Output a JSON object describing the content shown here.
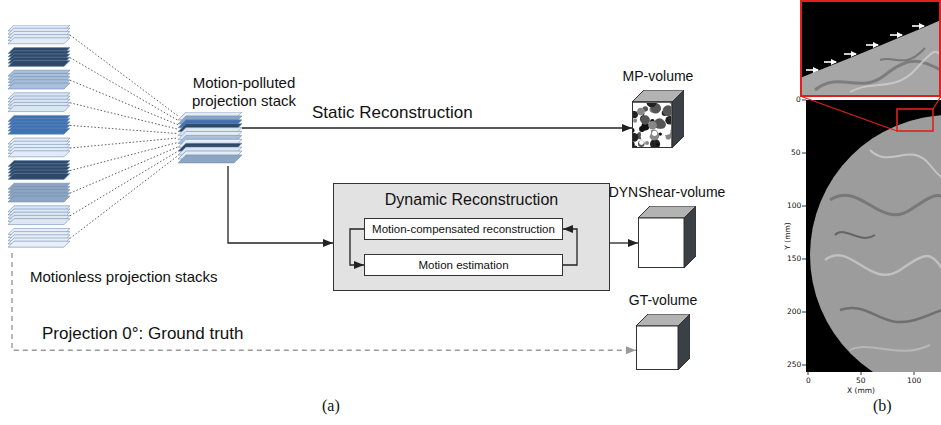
{
  "diagram": {
    "nodes": [
      {
        "text": [
          "Motionless projection stacks"
        ]
      },
      {
        "text": [
          "Motion-polluted projection stack"
        ]
      },
      {
        "text": [
          "MP-volume"
        ]
      },
      {
        "text": [
          "Dynamic Reconstruction"
        ]
      },
      {
        "text": [
          "Motion-compensated reconstruction"
        ],
        "in": 3
      },
      {
        "text": [
          "Motion estimation"
        ],
        "in": 3
      },
      {
        "text": [
          "DYNShear-volume"
        ]
      },
      {
        "text": [
          "GT-volume"
        ]
      }
    ],
    "edges": [
      {
        "from": 0,
        "to": 1,
        "arrow": "none"
      },
      {
        "from": 1,
        "to": 2,
        "arrow": "to",
        "label": "Static Reconstruction"
      },
      {
        "from": 1,
        "to": 3,
        "arrow": "to"
      },
      {
        "from": 4,
        "to": 5,
        "arrow": "to"
      },
      {
        "from": 5,
        "to": 4,
        "arrow": "to"
      },
      {
        "from": 3,
        "to": 6,
        "arrow": "to"
      },
      {
        "from": 0,
        "to": 7,
        "arrow": "to",
        "label": "Projection 0°: Ground truth"
      }
    ],
    "labels": [
      "(a)",
      "Y (mm)",
      "0",
      "50",
      "100",
      "150",
      "200",
      "250",
      "X (mm)",
      "0",
      "50",
      "100",
      "(b)"
    ]
  }
}
